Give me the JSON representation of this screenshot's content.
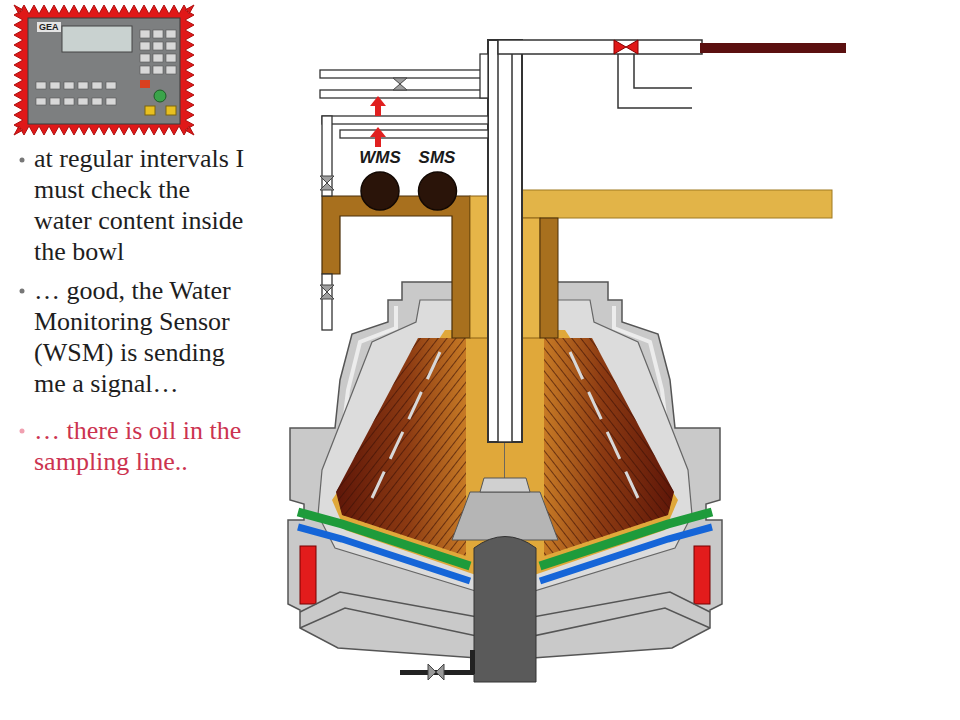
{
  "diagram": {
    "nodes": [
      {
        "text": [
          "WMS"
        ]
      },
      {
        "text": [
          "SMS"
        ]
      }
    ],
    "labels": [
      "GEA",
      "at regular intervals I must check the water content inside the bowl",
      "… good, the Water Monitoring Sensor (WSM) is sending me a signal…",
      "… there is oil in the sampling line.."
    ]
  }
}
